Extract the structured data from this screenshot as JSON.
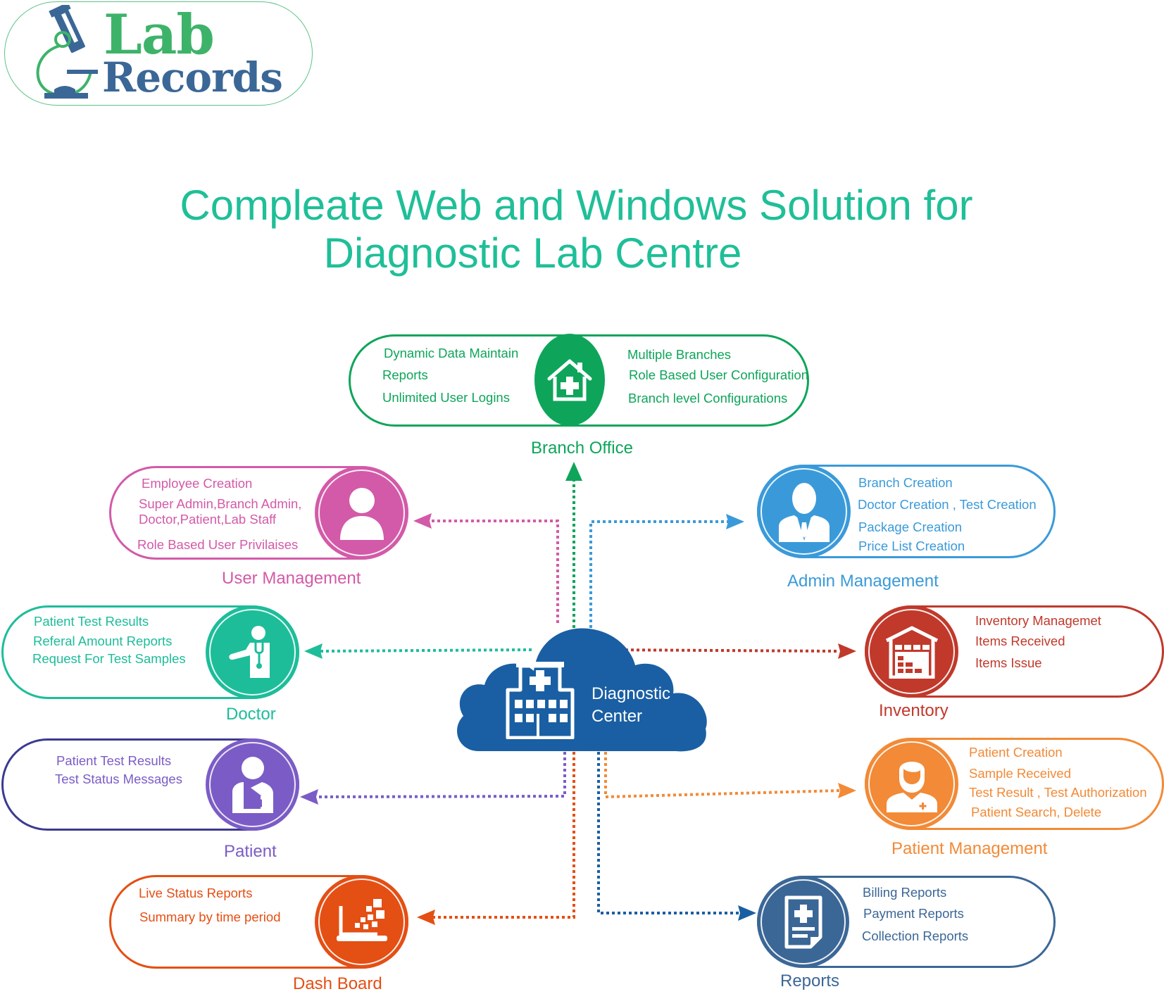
{
  "logo": {
    "line1": "Lab",
    "line2": "Records"
  },
  "title": {
    "line1": "Compleate Web and Windows Solution for",
    "line2": "Diagnostic Lab Centre"
  },
  "center": {
    "line1": "Diagnostic",
    "line2": "Center",
    "color": "#1a5fa3",
    "icon": "hospital-building-icon"
  },
  "modules": {
    "branch_office": {
      "label": "Branch Office",
      "color": "#0ea55a",
      "icon": "house-medical-icon",
      "left_items": [
        "Dynamic Data Maintain",
        "Reports",
        "Unlimited User Logins"
      ],
      "right_items": [
        "Multiple Branches",
        "Role Based User Configuration",
        "Branch level Configurations"
      ]
    },
    "user_management": {
      "label": "User Management",
      "color": "#d35aa8",
      "icon": "user-icon",
      "items": [
        "Employee Creation",
        "Super Admin,Branch Admin,",
        "Doctor,Patient,Lab Staff",
        "Role Based User Privilaises"
      ]
    },
    "admin_management": {
      "label": "Admin Management",
      "color": "#3a9ad9",
      "icon": "admin-businessman-icon",
      "items": [
        "Branch Creation",
        "Doctor Creation , Test Creation",
        "Package Creation",
        "Price List Creation"
      ]
    },
    "doctor": {
      "label": "Doctor",
      "color": "#1dbd9a",
      "icon": "doctor-stethoscope-icon",
      "items": [
        "Patient Test Results",
        "Referal Amount Reports",
        "Request For Test Samples"
      ]
    },
    "inventory": {
      "label": "Inventory",
      "color": "#c0392b",
      "icon": "warehouse-icon",
      "items": [
        "Inventory Managemet",
        "Items Received",
        "Items Issue"
      ]
    },
    "patient": {
      "label": "Patient",
      "color": "#7b5cc6",
      "border_color": "#3c3a8f",
      "icon": "patient-sling-icon",
      "items": [
        "Patient Test Results",
        "Test Status Messages"
      ]
    },
    "patient_management": {
      "label": "Patient Management",
      "color": "#f28a37",
      "icon": "patient-plus-icon",
      "items": [
        "Patient Creation",
        "Sample Received",
        "Test Result ,  Test Authorization",
        "Patient Search, Delete"
      ]
    },
    "dash_board": {
      "label": "Dash Board",
      "color": "#e44f14",
      "icon": "laptop-pixels-icon",
      "items": [
        "Live Status Reports",
        "Summary by time period"
      ]
    },
    "reports": {
      "label": "Reports",
      "color": "#3b6797",
      "icon": "medical-report-icon",
      "items": [
        "Billing Reports",
        "Payment Reports",
        "Collection Reports"
      ]
    }
  }
}
